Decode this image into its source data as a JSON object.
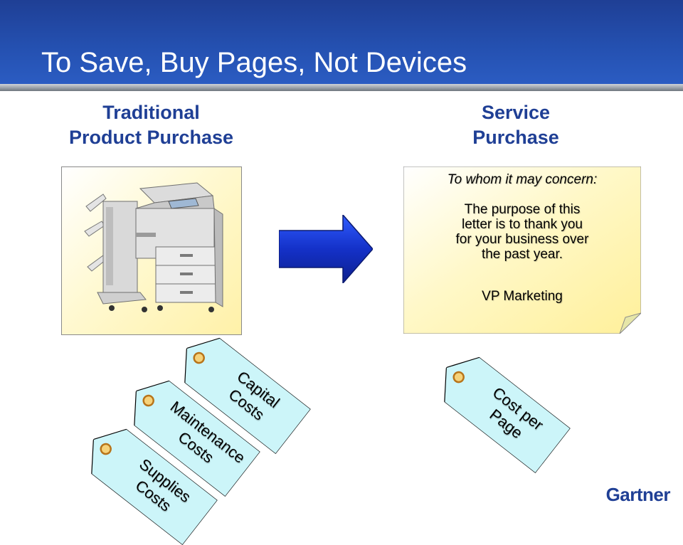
{
  "slide": {
    "title": "To Save, Buy Pages, Not Devices"
  },
  "left_column": {
    "heading_line1": "Traditional",
    "heading_line2": "Product Purchase",
    "tags": [
      {
        "line1": "Capital",
        "line2": "Costs"
      },
      {
        "line1": "Maintenance",
        "line2": "Costs"
      },
      {
        "line1": "Supplies",
        "line2": "Costs"
      }
    ]
  },
  "right_column": {
    "heading_line1": "Service",
    "heading_line2": "Purchase",
    "letter": {
      "greeting": "To whom it may concern:",
      "body_line1": "The purpose of this",
      "body_line2": "letter is to thank you",
      "body_line3": "for your business over",
      "body_line4": "the past year.",
      "signature": "VP Marketing"
    },
    "tag": {
      "line1": "Cost per",
      "line2": "Page"
    }
  },
  "logo": {
    "text": "Gartner"
  },
  "colors": {
    "title_bar": "#1f3f95",
    "heading": "#1f3f95",
    "tag_fill": "#ccf5f9",
    "letter_fill": "#fff6b0",
    "arrow": "#1a3fd6",
    "grommet": "#f0a030"
  }
}
